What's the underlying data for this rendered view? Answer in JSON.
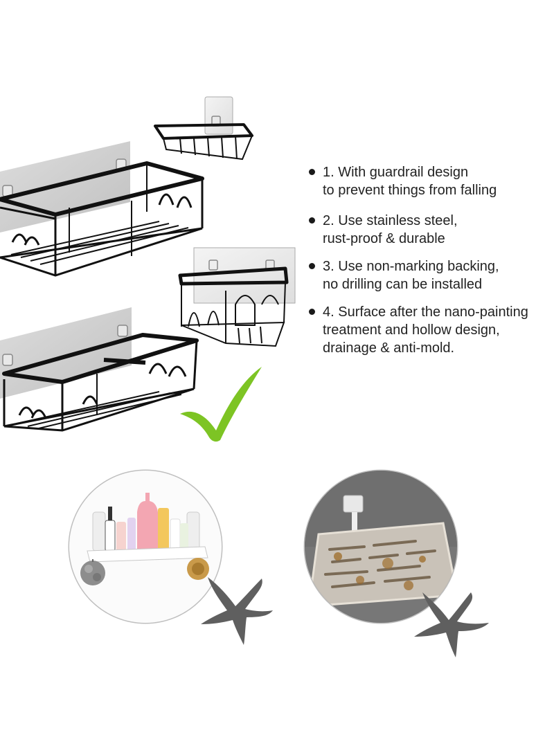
{
  "features": [
    {
      "line1": "1. With guardrail design",
      "line2": "to prevent things from falling"
    },
    {
      "line1": "2. Use stainless steel,",
      "line2": "rust-proof & durable"
    },
    {
      "line1": "3. Use non-marking backing,",
      "line2": "no drilling can be installed"
    },
    {
      "line1": "4. Surface after the nano-painting",
      "line2": "treatment and hollow design,",
      "line3": "drainage & anti-mold."
    }
  ],
  "colors": {
    "metal": "#111111",
    "backing": "#c9c9c9",
    "check": "#7dc424",
    "cross": "#5f5f5f",
    "circle_border": "#bfbfbf"
  },
  "icons": [
    "check-icon",
    "cross-icon"
  ]
}
